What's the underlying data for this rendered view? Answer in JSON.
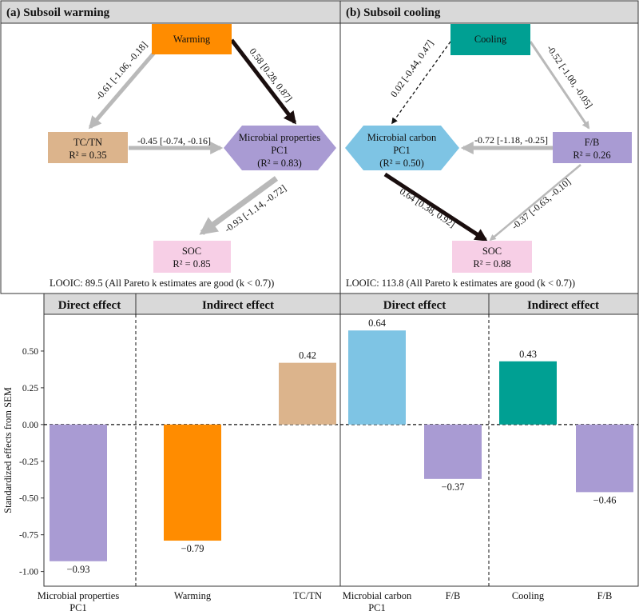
{
  "panels": [
    {
      "title": "(a) Subsoil warming",
      "looic": "LOOIC: 89.5 (All Pareto k estimates are good (k < 0.7))",
      "nodes": [
        {
          "id": "warming",
          "lines": [
            "Warming"
          ],
          "color": "#ff8c00"
        },
        {
          "id": "tctn",
          "lines": [
            "TC/TN",
            "R² = 0.35"
          ],
          "color": "#dcb48c"
        },
        {
          "id": "mic",
          "lines": [
            "Microbial properties",
            "PC1",
            "(R² = 0.83)"
          ],
          "color": "#a99bd3"
        },
        {
          "id": "soc",
          "lines": [
            "SOC",
            "R² = 0.85"
          ],
          "color": "#f7cfe6"
        }
      ],
      "edges": [
        {
          "from": "warming",
          "to": "tctn",
          "label": "-0.61 [-1.06, -0.18]",
          "color": "#b9b9b9",
          "style": "solid"
        },
        {
          "from": "warming",
          "to": "mic",
          "label": "0.58 [0.28, 0.87]",
          "color": "#1a0e0e",
          "style": "solid"
        },
        {
          "from": "tctn",
          "to": "mic",
          "label": "-0.45 [-0.74, -0.16]",
          "color": "#b9b9b9",
          "style": "solid"
        },
        {
          "from": "mic",
          "to": "soc",
          "label": "-0.93 [-1.14, -0.72]",
          "color": "#b9b9b9",
          "style": "solid"
        }
      ]
    },
    {
      "title": "(b) Subsoil cooling",
      "looic": "LOOIC: 113.8 (All Pareto k estimates are good (k < 0.7))",
      "nodes": [
        {
          "id": "cooling",
          "lines": [
            "Cooling"
          ],
          "color": "#00a093"
        },
        {
          "id": "mcc",
          "lines": [
            "Microbial carbon",
            "PC1",
            "(R² = 0.50)"
          ],
          "color": "#7ec4e4"
        },
        {
          "id": "fb",
          "lines": [
            "F/B",
            "R² = 0.26"
          ],
          "color": "#a99bd3"
        },
        {
          "id": "soc2",
          "lines": [
            "SOC",
            "R² = 0.88"
          ],
          "color": "#f7cfe6"
        }
      ],
      "edges": [
        {
          "from": "cooling",
          "to": "mcc",
          "label": "0.02 [-0.44, 0.47]",
          "color": "#111111",
          "style": "dashed"
        },
        {
          "from": "cooling",
          "to": "fb",
          "label": "-0.52 [-1.00, -0.05]",
          "color": "#b9b9b9",
          "style": "solid"
        },
        {
          "from": "fb",
          "to": "mcc",
          "label": "-0.72 [-1.18, -0.25]",
          "color": "#b9b9b9",
          "style": "solid"
        },
        {
          "from": "mcc",
          "to": "soc2",
          "label": "0.64 [0.38, 0.92]",
          "color": "#1a0e0e",
          "style": "solid"
        },
        {
          "from": "fb",
          "to": "soc2",
          "label": "-0.37 [-0.63, -0.10]",
          "color": "#b9b9b9",
          "style": "solid"
        }
      ]
    }
  ],
  "chart_data": {
    "type": "bar",
    "ylabel": "Standardized effects from SEM",
    "ylim": [
      -1.1,
      0.75
    ],
    "yticks": [
      -1.0,
      -0.75,
      -0.5,
      -0.25,
      0.0,
      0.25,
      0.5
    ],
    "ytick_labels": [
      "-1.00",
      "-0.75",
      "-0.50",
      "-0.25",
      "0.00",
      "0.25",
      "0.50"
    ],
    "grid": false,
    "groups": [
      {
        "name": "Direct effect",
        "categories": [
          "Microbial properties\nPC1"
        ],
        "values": [
          -0.93
        ],
        "value_labels": [
          "−0.93"
        ],
        "colors": [
          "#a99bd3"
        ]
      },
      {
        "name": "Indirect effect",
        "categories": [
          "Warming",
          "TC/TN"
        ],
        "values": [
          -0.79,
          0.42
        ],
        "value_labels": [
          "−0.79",
          "0.42"
        ],
        "colors": [
          "#ff8c00",
          "#dcb48c"
        ]
      },
      {
        "name": "Direct effect",
        "categories": [
          "Microbial carbon\nPC1",
          "F/B"
        ],
        "values": [
          0.64,
          -0.37
        ],
        "value_labels": [
          "0.64",
          "−0.37"
        ],
        "colors": [
          "#7ec4e4",
          "#a99bd3"
        ]
      },
      {
        "name": "Indirect effect",
        "categories": [
          "Cooling",
          "F/B"
        ],
        "values": [
          0.43,
          -0.46
        ],
        "value_labels": [
          "0.43",
          "−0.46"
        ],
        "colors": [
          "#00a093",
          "#a99bd3"
        ]
      }
    ]
  }
}
